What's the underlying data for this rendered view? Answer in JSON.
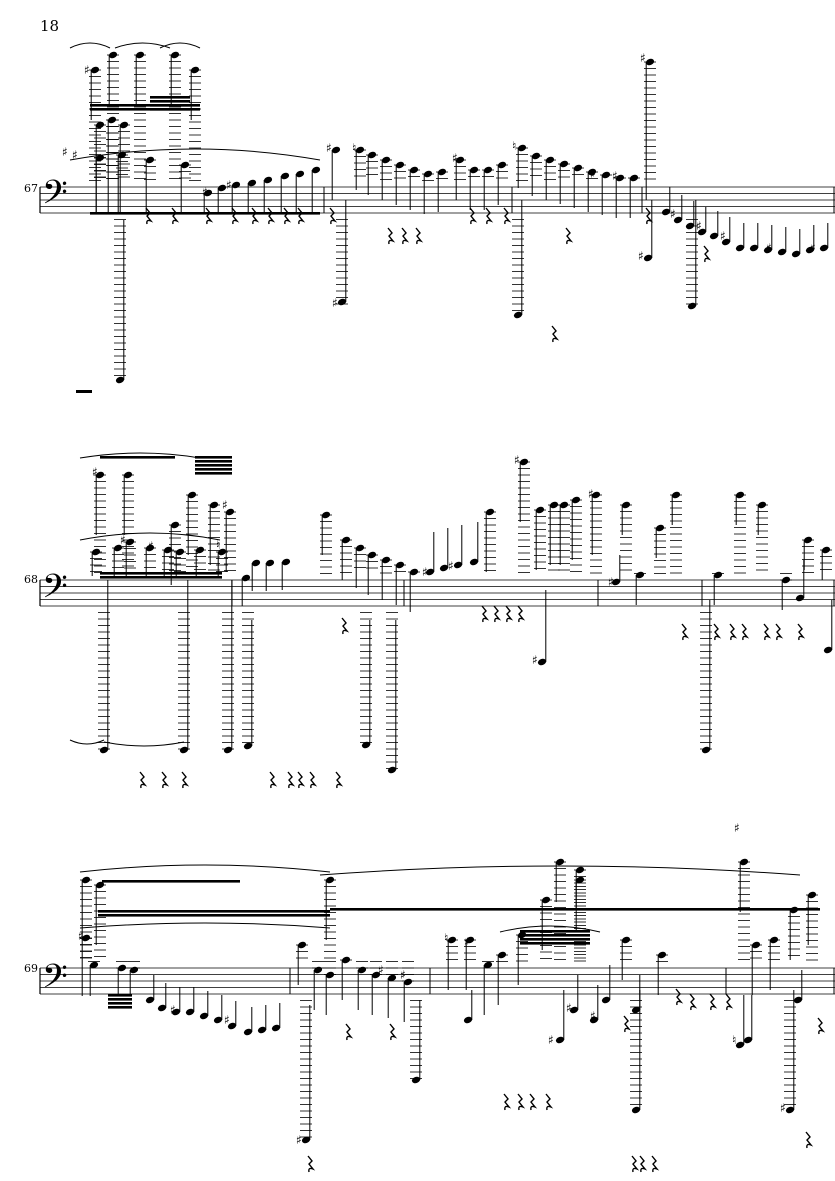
{
  "page": {
    "page_number": "18"
  },
  "systems": [
    {
      "measure_number": "67",
      "clef": "bass"
    },
    {
      "measure_number": "68",
      "clef": "bass"
    },
    {
      "measure_number": "69",
      "clef": "bass"
    }
  ],
  "symbols": {
    "bass_clef_glyph": "𝄢",
    "sharp_glyph": "♯",
    "natural_glyph": "♮"
  },
  "colors": {
    "ink": "#000000",
    "paper": "#ffffff"
  }
}
